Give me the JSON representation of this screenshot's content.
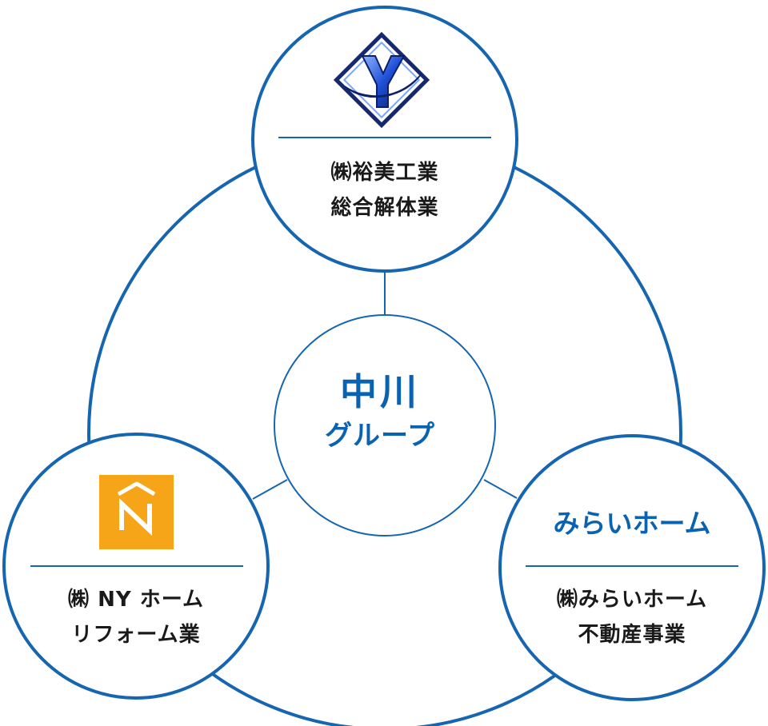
{
  "center": {
    "title": "中川",
    "subtitle": "グループ"
  },
  "nodes": {
    "top": {
      "line1": "㈱裕美工業",
      "line2": "総合解体業",
      "logo": "yumi-y-logo"
    },
    "left": {
      "line1": "㈱ NY ホーム",
      "line2": "リフォーム業",
      "logo": "ny-home-n-logo"
    },
    "right": {
      "brand": "みらいホーム",
      "line1": "㈱みらいホーム",
      "line2": "不動産事業"
    }
  },
  "colors": {
    "stroke": "#1565b0",
    "center_text": "#0a63b0",
    "label_text": "#1a1a1a",
    "ny_logo_bg": "#f6a519"
  }
}
